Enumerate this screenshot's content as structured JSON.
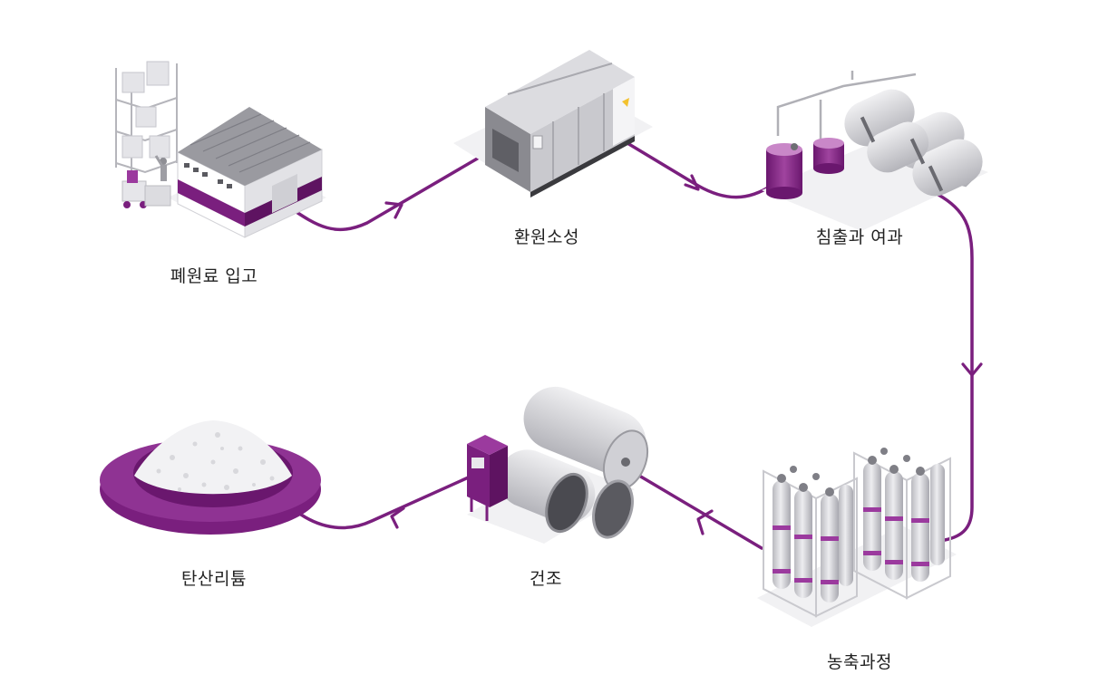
{
  "colors": {
    "accent": "#7a1f7e",
    "accent_light": "#9b3a9e",
    "metal_light": "#e6e6e8",
    "metal_mid": "#c8c8cc",
    "metal_dark": "#8e8e94",
    "text": "#222222"
  },
  "steps": [
    {
      "id": "warehouse",
      "label": "폐원료 입고"
    },
    {
      "id": "furnace",
      "label": "환원소성"
    },
    {
      "id": "leaching",
      "label": "침출과 여과"
    },
    {
      "id": "concentration",
      "label": "농축과정"
    },
    {
      "id": "drying",
      "label": "건조"
    },
    {
      "id": "product",
      "label": "탄산리튬"
    }
  ]
}
